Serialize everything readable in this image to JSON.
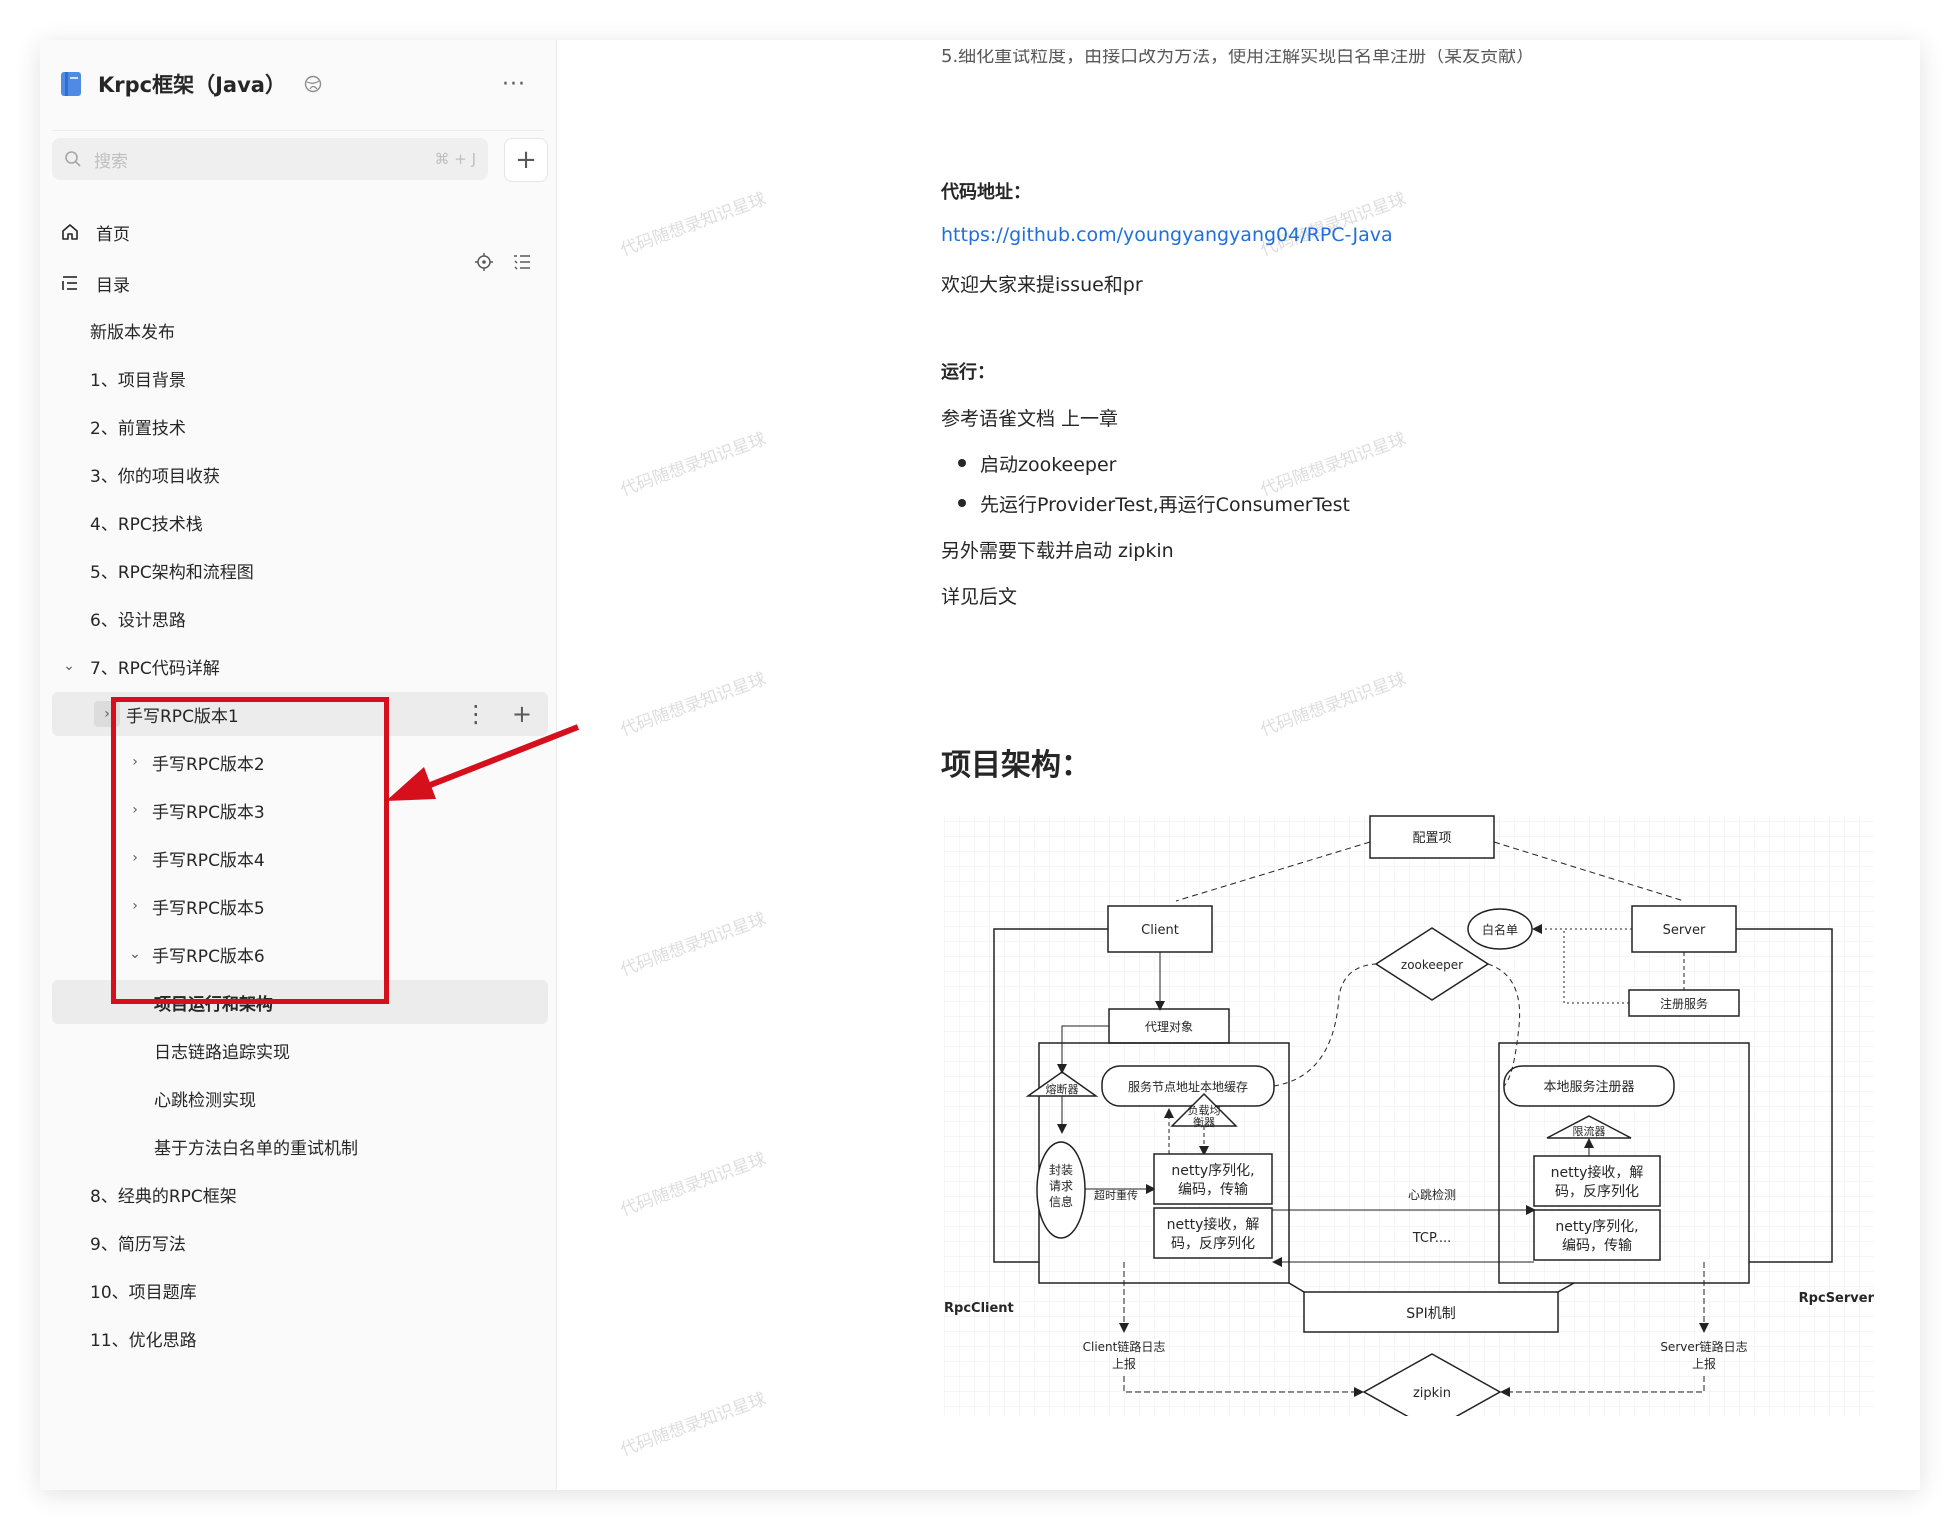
{
  "sidebar": {
    "book_title": "Krpc框架（Java）",
    "more": "···",
    "search_placeholder": "搜索",
    "search_shortcut": "⌘ + J",
    "add": "+",
    "home": "首页",
    "toc": "目录",
    "items": [
      {
        "label": "新版本发布"
      },
      {
        "label": "1、项目背景"
      },
      {
        "label": "2、前置技术"
      },
      {
        "label": "3、你的项目收获"
      },
      {
        "label": "4、RPC技术栈"
      },
      {
        "label": "5、RPC架构和流程图"
      },
      {
        "label": "6、设计思路"
      },
      {
        "label": "7、RPC代码详解"
      },
      {
        "label": "手写RPC版本1"
      },
      {
        "label": "手写RPC版本2"
      },
      {
        "label": "手写RPC版本3"
      },
      {
        "label": "手写RPC版本4"
      },
      {
        "label": "手写RPC版本5"
      },
      {
        "label": "手写RPC版本6"
      },
      {
        "label": "项目运行和架构"
      },
      {
        "label": "日志链路追踪实现"
      },
      {
        "label": "心跳检测实现"
      },
      {
        "label": "基于方法白名单的重试机制"
      },
      {
        "label": "8、经典的RPC框架"
      },
      {
        "label": "9、简历写法"
      },
      {
        "label": "10、项目题库"
      },
      {
        "label": "11、优化思路"
      }
    ]
  },
  "content": {
    "top_cut": "5.细化重试粒度，由接口改为方法，使用注解实现白名单注册（某友贡献）",
    "code_addr_label": "代码地址：",
    "code_link": "https://github.com/youngyangyang04/RPC-Java",
    "welcome": "欢迎大家来提issue和pr",
    "run_label": "运行：",
    "ref": "参考语雀文档 上一章",
    "bullets": [
      "启动zookeeper",
      "先运行ProviderTest,再运行ConsumerTest"
    ],
    "extra": "另外需要下载并启动 zipkin",
    "see_below": "详见后文",
    "arch_heading": "项目架构：",
    "watermark": "代码随想录知识星球"
  },
  "diagram": {
    "config": "配置项",
    "client": "Client",
    "server": "Server",
    "whitelist": "白名单",
    "zookeeper": "zookeeper",
    "register_service": "注册服务",
    "proxy": "代理对象",
    "cache": "服务节点地址本地缓存",
    "local_registry": "本地服务注册器",
    "breaker": "熔断器",
    "load_balancer_1": "负载均",
    "load_balancer_2": "衡器",
    "limiter": "限流器",
    "wrap_1": "封装",
    "wrap_2": "请求",
    "wrap_3": "信息",
    "retry": "超时重传",
    "netty_c1_1": "netty序列化,",
    "netty_c1_2": "编码，传输",
    "netty_c2_1": "netty接收，解",
    "netty_c2_2": "码，反序列化",
    "netty_s1_1": "netty接收，解",
    "netty_s1_2": "码，反序列化",
    "netty_s2_1": "netty序列化,",
    "netty_s2_2": "编码，传输",
    "heartbeat": "心跳检测",
    "tcp": "TCP....",
    "rpc_client": "RpcClient",
    "rpc_server": "RpcServer",
    "spi": "SPI机制",
    "client_log_1": "Client链路日志",
    "client_log_2": "上报",
    "server_log_1": "Server链路日志",
    "server_log_2": "上报",
    "zipkin": "zipkin"
  },
  "colors": {
    "accent_red": "#d50f1b",
    "link": "#1f6fde",
    "selected_bg": "#ececec",
    "book_icon": "#4e8ae6"
  }
}
